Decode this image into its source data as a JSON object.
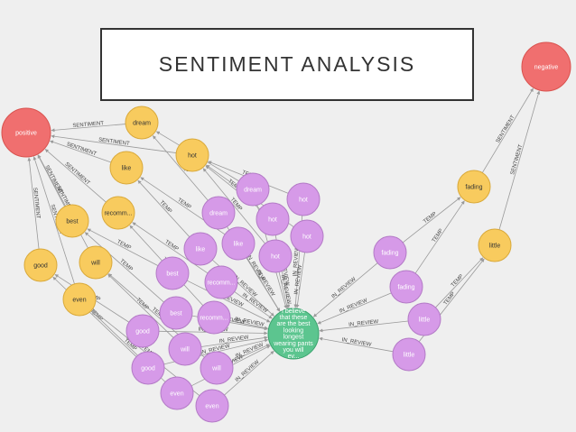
{
  "title": "SENTIMENT ANALYSIS",
  "colors": {
    "sentiment_node": "#f06f6f",
    "word_node": "#f8cb5e",
    "token_node": "#d69ae8",
    "review_node": "#5cc58f",
    "edge": "#9a9a9a"
  },
  "nodes": [
    {
      "id": "positive",
      "label": "positive",
      "kind": "sentiment"
    },
    {
      "id": "negative",
      "label": "negative",
      "kind": "sentiment"
    },
    {
      "id": "w_dream",
      "label": "dream",
      "kind": "word"
    },
    {
      "id": "w_hot",
      "label": "hot",
      "kind": "word"
    },
    {
      "id": "w_like",
      "label": "like",
      "kind": "word"
    },
    {
      "id": "w_recomm",
      "label": "recomm...",
      "kind": "word"
    },
    {
      "id": "w_best",
      "label": "best",
      "kind": "word"
    },
    {
      "id": "w_good",
      "label": "good",
      "kind": "word"
    },
    {
      "id": "w_will",
      "label": "will",
      "kind": "word"
    },
    {
      "id": "w_even",
      "label": "even",
      "kind": "word"
    },
    {
      "id": "w_fading",
      "label": "fading",
      "kind": "word"
    },
    {
      "id": "w_little",
      "label": "little",
      "kind": "word"
    },
    {
      "id": "t_dream1",
      "label": "dream",
      "kind": "token"
    },
    {
      "id": "t_dream2",
      "label": "dream",
      "kind": "token"
    },
    {
      "id": "t_hot1",
      "label": "hot",
      "kind": "token"
    },
    {
      "id": "t_hot2",
      "label": "hot",
      "kind": "token"
    },
    {
      "id": "t_hot3",
      "label": "hot",
      "kind": "token"
    },
    {
      "id": "t_hot4",
      "label": "hot",
      "kind": "token"
    },
    {
      "id": "t_like1",
      "label": "like",
      "kind": "token"
    },
    {
      "id": "t_like2",
      "label": "like",
      "kind": "token"
    },
    {
      "id": "t_best1",
      "label": "best",
      "kind": "token"
    },
    {
      "id": "t_best2",
      "label": "best",
      "kind": "token"
    },
    {
      "id": "t_recomm1",
      "label": "recomm...",
      "kind": "token"
    },
    {
      "id": "t_recomm2",
      "label": "recomm...",
      "kind": "token"
    },
    {
      "id": "t_good1",
      "label": "good",
      "kind": "token"
    },
    {
      "id": "t_good2",
      "label": "good",
      "kind": "token"
    },
    {
      "id": "t_will1",
      "label": "will",
      "kind": "token"
    },
    {
      "id": "t_will2",
      "label": "will",
      "kind": "token"
    },
    {
      "id": "t_even1",
      "label": "even",
      "kind": "token"
    },
    {
      "id": "t_even2",
      "label": "even",
      "kind": "token"
    },
    {
      "id": "t_fading1",
      "label": "fading",
      "kind": "token"
    },
    {
      "id": "t_fading2",
      "label": "fading",
      "kind": "token"
    },
    {
      "id": "t_little1",
      "label": "little",
      "kind": "token"
    },
    {
      "id": "t_little2",
      "label": "little",
      "kind": "token"
    },
    {
      "id": "review",
      "label": "I believe that these are the best looking longest wearing pants you will ev...",
      "kind": "review"
    }
  ],
  "edges": [
    {
      "from": "w_dream",
      "to": "positive",
      "label": "SENTIMENT"
    },
    {
      "from": "w_hot",
      "to": "positive",
      "label": "SENTIMENT"
    },
    {
      "from": "w_like",
      "to": "positive",
      "label": "SENTIMENT"
    },
    {
      "from": "w_recomm",
      "to": "positive",
      "label": "SENTIMENT"
    },
    {
      "from": "w_best",
      "to": "positive",
      "label": "SENTIMENT"
    },
    {
      "from": "w_good",
      "to": "positive",
      "label": "SENTIMENT"
    },
    {
      "from": "w_will",
      "to": "positive",
      "label": "SENTIMENT"
    },
    {
      "from": "w_even",
      "to": "positive",
      "label": "SENTIMENT"
    },
    {
      "from": "w_fading",
      "to": "negative",
      "label": "SENTIMENT"
    },
    {
      "from": "w_little",
      "to": "negative",
      "label": "SENTIMENT"
    },
    {
      "from": "t_dream1",
      "to": "w_dream",
      "label": "TEMP"
    },
    {
      "from": "t_dream2",
      "to": "w_dream",
      "label": "TEMP"
    },
    {
      "from": "t_hot1",
      "to": "w_hot",
      "label": "TEMP"
    },
    {
      "from": "t_hot2",
      "to": "w_hot",
      "label": "TEMP"
    },
    {
      "from": "t_hot3",
      "to": "w_hot",
      "label": "TEMP"
    },
    {
      "from": "t_hot4",
      "to": "w_hot",
      "label": "TEMP"
    },
    {
      "from": "t_like1",
      "to": "w_like",
      "label": "TEMP"
    },
    {
      "from": "t_like2",
      "to": "w_like",
      "label": "TEMP"
    },
    {
      "from": "t_recomm1",
      "to": "w_recomm",
      "label": "TEMP"
    },
    {
      "from": "t_recomm2",
      "to": "w_recomm",
      "label": "TEMP"
    },
    {
      "from": "t_best1",
      "to": "w_best",
      "label": "TEMP"
    },
    {
      "from": "t_best2",
      "to": "w_best",
      "label": "TEMP"
    },
    {
      "from": "t_good1",
      "to": "w_good",
      "label": "TEMP"
    },
    {
      "from": "t_good2",
      "to": "w_good",
      "label": "TEMP"
    },
    {
      "from": "t_will1",
      "to": "w_will",
      "label": "TEMP"
    },
    {
      "from": "t_will2",
      "to": "w_will",
      "label": "TEMP"
    },
    {
      "from": "t_even1",
      "to": "w_even",
      "label": "TEMP"
    },
    {
      "from": "t_even2",
      "to": "w_even",
      "label": "TEMP"
    },
    {
      "from": "t_fading1",
      "to": "w_fading",
      "label": "TEMP"
    },
    {
      "from": "t_fading2",
      "to": "w_fading",
      "label": "TEMP"
    },
    {
      "from": "t_little1",
      "to": "w_little",
      "label": "TEMP"
    },
    {
      "from": "t_little2",
      "to": "w_little",
      "label": "TEMP"
    },
    {
      "from": "t_dream1",
      "to": "review",
      "label": "IN_REVIEW"
    },
    {
      "from": "t_dream2",
      "to": "review",
      "label": "IN_REVIEW"
    },
    {
      "from": "t_hot1",
      "to": "review",
      "label": "IN_REVIEW"
    },
    {
      "from": "t_hot2",
      "to": "review",
      "label": "IN_REVIEW"
    },
    {
      "from": "t_hot3",
      "to": "review",
      "label": "IN_REVIEW"
    },
    {
      "from": "t_hot4",
      "to": "review",
      "label": "IN_REVIEW"
    },
    {
      "from": "t_like1",
      "to": "review",
      "label": "IN_REVIEW"
    },
    {
      "from": "t_like2",
      "to": "review",
      "label": "IN_REVIEW"
    },
    {
      "from": "t_recomm1",
      "to": "review",
      "label": "IN_REVIEW"
    },
    {
      "from": "t_recomm2",
      "to": "review",
      "label": "IN_REVIEW"
    },
    {
      "from": "t_best1",
      "to": "review",
      "label": "IN_REVIEW"
    },
    {
      "from": "t_best2",
      "to": "review",
      "label": "IN_REVIEW"
    },
    {
      "from": "t_good1",
      "to": "review",
      "label": "IN_REVIEW"
    },
    {
      "from": "t_good2",
      "to": "review",
      "label": "IN_REVIEW"
    },
    {
      "from": "t_will1",
      "to": "review",
      "label": "IN_REVIEW"
    },
    {
      "from": "t_will2",
      "to": "review",
      "label": "IN_REVIEW"
    },
    {
      "from": "t_even1",
      "to": "review",
      "label": "IN_REVIEW"
    },
    {
      "from": "t_even2",
      "to": "review",
      "label": "IN_REVIEW"
    },
    {
      "from": "t_fading1",
      "to": "review",
      "label": "IN_REVIEW"
    },
    {
      "from": "t_fading2",
      "to": "review",
      "label": "IN_REVIEW"
    },
    {
      "from": "t_little1",
      "to": "review",
      "label": "IN_REVIEW"
    },
    {
      "from": "t_little2",
      "to": "review",
      "label": "IN_REVIEW"
    }
  ]
}
